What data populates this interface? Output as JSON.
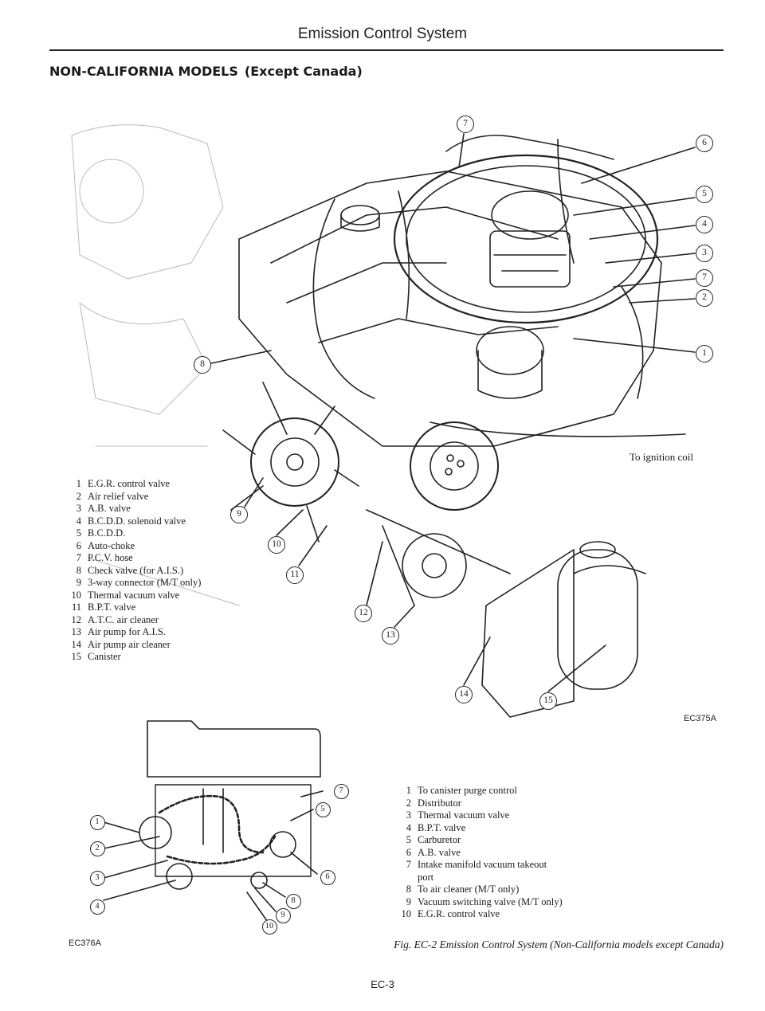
{
  "header": {
    "title": "Emission Control System",
    "section": "NON-CALIFORNIA MODELS",
    "section_sub": "(Except Canada)"
  },
  "figure_top": {
    "note": "To ignition coil",
    "code": "EC375A",
    "legend": [
      {
        "n": "1",
        "label": "E.G.R. control valve"
      },
      {
        "n": "2",
        "label": "Air relief valve"
      },
      {
        "n": "3",
        "label": "A.B. valve"
      },
      {
        "n": "4",
        "label": "B.C.D.D. solenoid valve"
      },
      {
        "n": "5",
        "label": "B.C.D.D."
      },
      {
        "n": "6",
        "label": "Auto-choke"
      },
      {
        "n": "7",
        "label": "P.C.V. hose"
      },
      {
        "n": "8",
        "label": "Check valve (for A.I.S.)"
      },
      {
        "n": "9",
        "label": "3-way connector (M/T only)"
      },
      {
        "n": "10",
        "label": "Thermal vacuum valve"
      },
      {
        "n": "11",
        "label": "B.P.T. valve"
      },
      {
        "n": "12",
        "label": "A.T.C. air cleaner"
      },
      {
        "n": "13",
        "label": "Air pump for A.I.S."
      },
      {
        "n": "14",
        "label": "Air pump air cleaner"
      },
      {
        "n": "15",
        "label": "Canister"
      }
    ],
    "callouts": [
      "7",
      "6",
      "5",
      "4",
      "3",
      "7",
      "2",
      "1",
      "8",
      "9",
      "10",
      "11",
      "12",
      "13",
      "14",
      "15"
    ]
  },
  "figure_bottom": {
    "code": "EC376A",
    "legend": [
      {
        "n": "1",
        "label": "To canister purge control"
      },
      {
        "n": "2",
        "label": "Distributor"
      },
      {
        "n": "3",
        "label": "Thermal vacuum valve"
      },
      {
        "n": "4",
        "label": "B.P.T. valve"
      },
      {
        "n": "5",
        "label": "Carburetor"
      },
      {
        "n": "6",
        "label": "A.B. valve"
      },
      {
        "n": "7",
        "label": "Intake manifold vacuum takeout port"
      },
      {
        "n": "8",
        "label": "To air cleaner (M/T only)"
      },
      {
        "n": "9",
        "label": "Vacuum switching valve (M/T only)"
      },
      {
        "n": "10",
        "label": "E.G.R. control valve"
      }
    ],
    "callouts": [
      "1",
      "2",
      "3",
      "4",
      "5",
      "6",
      "7",
      "8",
      "9",
      "10"
    ]
  },
  "caption": "Fig. EC-2 Emission Control System (Non-California models except Canada)",
  "page_number": "EC-3"
}
